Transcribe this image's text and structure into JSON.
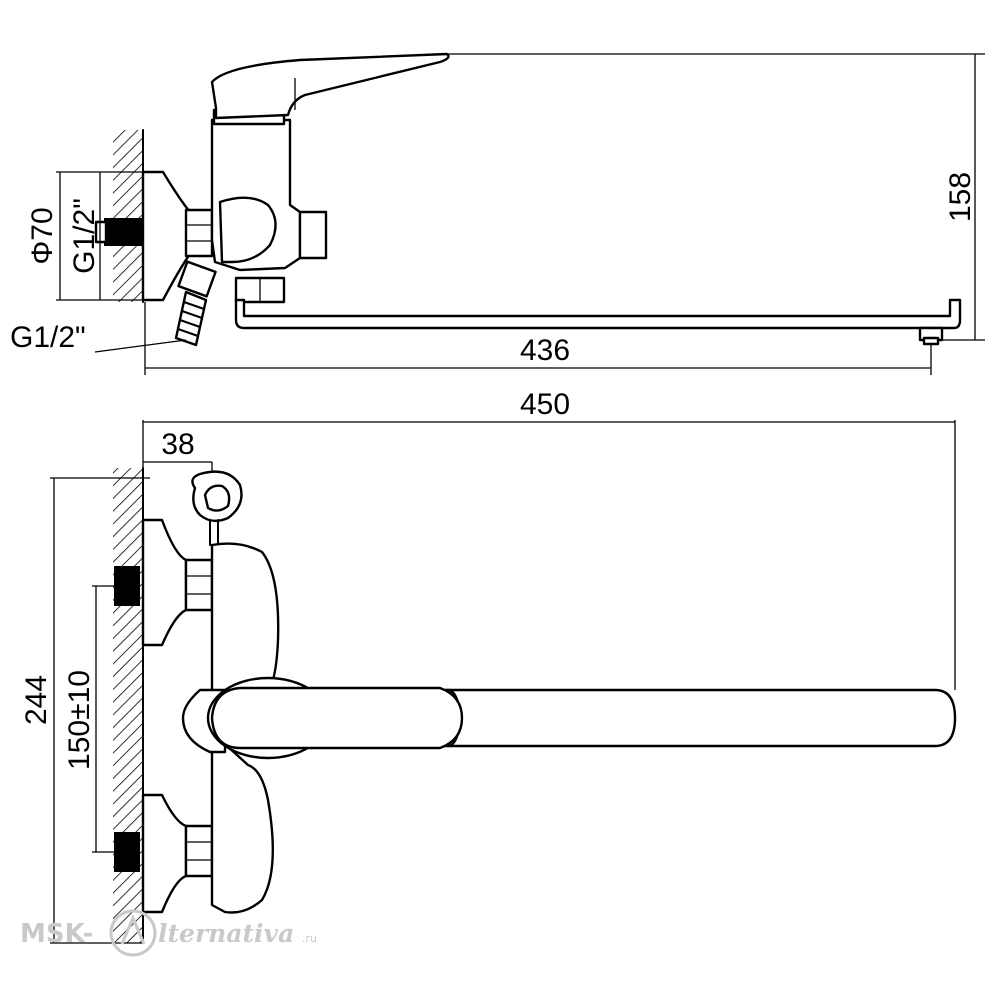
{
  "dimensions": {
    "height": "158",
    "diameter": "Φ70",
    "thread_top": "G1/2\"",
    "thread_hose": "G1/2\"",
    "spout_length": "436",
    "overall_length": "450",
    "holder_offset": "38",
    "overall_height": "244",
    "inlet_spacing": "150±10"
  },
  "watermark": {
    "left": "MSK-",
    "right": "lternativa",
    "suffix": ".ru"
  },
  "colors": {
    "line": "#000000",
    "watermark": "#c9c9c9",
    "background": "#ffffff"
  }
}
